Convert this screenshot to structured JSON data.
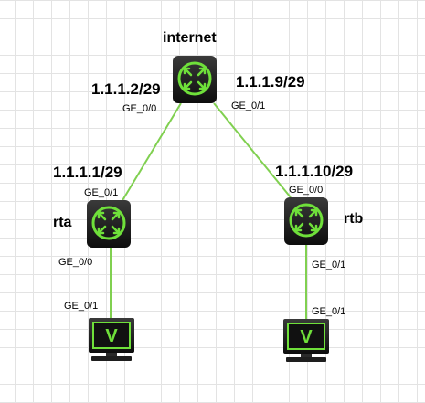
{
  "devices": {
    "internet": {
      "name": "internet",
      "type": "router"
    },
    "rta": {
      "name": "rta",
      "type": "router"
    },
    "rtb": {
      "name": "rtb",
      "type": "router"
    },
    "pc1": {
      "type": "pc",
      "glyph": "V"
    },
    "pc2": {
      "type": "pc",
      "glyph": "V"
    }
  },
  "links": [
    {
      "from": "internet",
      "to": "rta",
      "from_port": "GE_0/0",
      "from_ip": "1.1.1.2/29",
      "to_port": "GE_0/1",
      "to_ip": "1.1.1.1/29"
    },
    {
      "from": "internet",
      "to": "rtb",
      "from_port": "GE_0/1",
      "from_ip": "1.1.1.9/29",
      "to_port": "GE_0/0",
      "to_ip": "1.1.1.10/29"
    },
    {
      "from": "rta",
      "to": "pc1",
      "from_port": "GE_0/0",
      "to_port": "GE_0/1"
    },
    {
      "from": "rtb",
      "to": "pc2",
      "from_port": "GE_0/1",
      "to_port": "GE_0/1"
    }
  ],
  "colors": {
    "link": "#80d050",
    "device_body": "#1a1a1a",
    "device_accent": "#6fe03a",
    "grid": "#e3e3e3"
  }
}
